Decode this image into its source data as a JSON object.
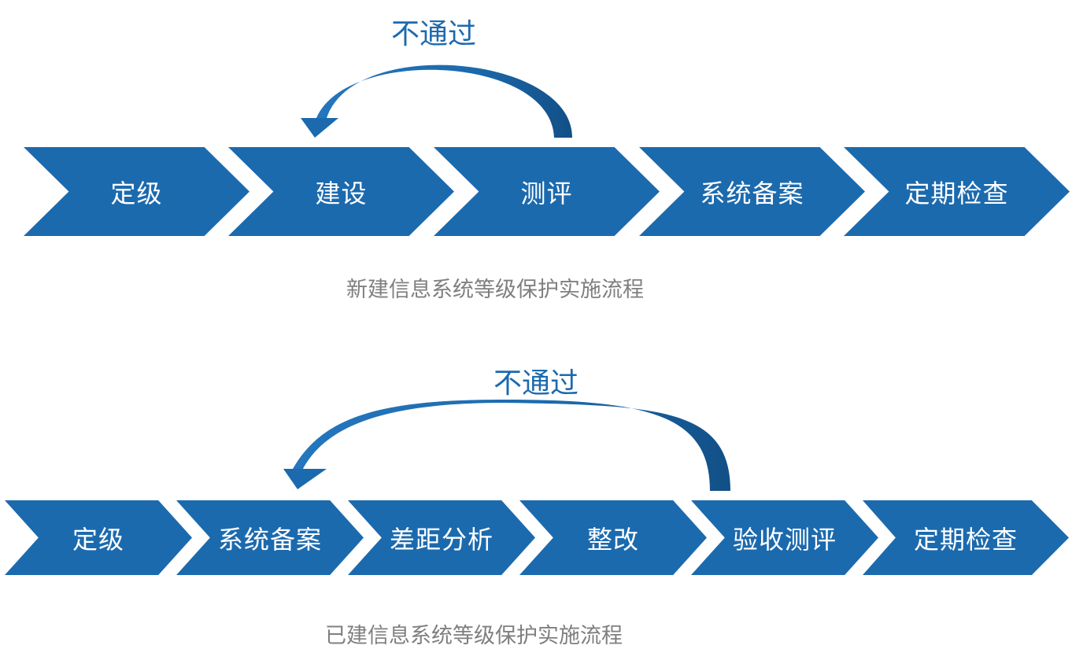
{
  "diagrams": [
    {
      "id": "new",
      "steps": [
        "定级",
        "建设",
        "测评",
        "系统备案",
        "定期检查"
      ],
      "loop": {
        "label": "不通过",
        "from": "测评",
        "to": "建设"
      },
      "caption": "新建信息系统等级保护实施流程"
    },
    {
      "id": "existing",
      "steps": [
        "定级",
        "系统备案",
        "差距分析",
        "整改",
        "验收测评",
        "定期检查"
      ],
      "loop": {
        "label": "不通过",
        "from": "验收测评",
        "to": "系统备案"
      },
      "caption": "已建信息系统等级保护实施流程"
    }
  ],
  "colors": {
    "step_fill": "#1c6aae",
    "step_text": "#ffffff",
    "loop_arrow": "#1c6aae",
    "loop_label": "#1c6aae",
    "caption": "#7f7f7f"
  }
}
